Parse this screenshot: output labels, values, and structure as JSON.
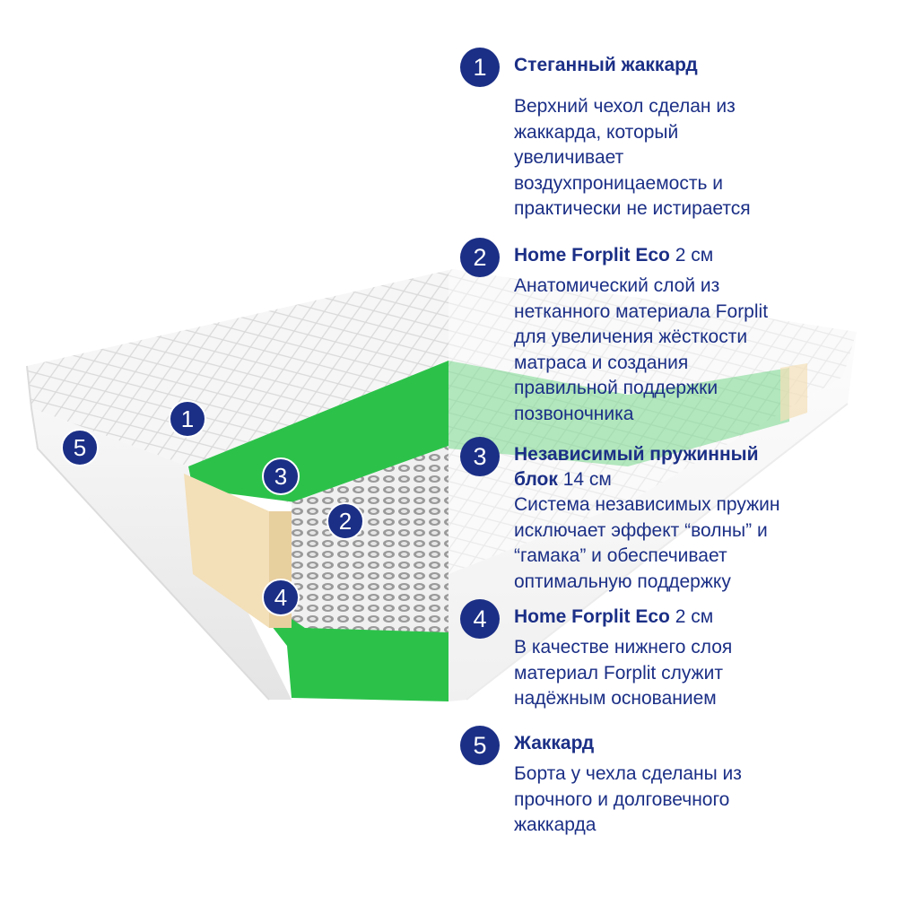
{
  "colors": {
    "accent": "#1b2f86",
    "green": "#2cc24a",
    "foam": "#f3dfb8",
    "cover": "#f3f3f3"
  },
  "markers": [
    "1",
    "2",
    "3",
    "4",
    "5"
  ],
  "legend": [
    {
      "number": "1",
      "title": "Стеганный жаккард",
      "size": "",
      "description": "Верхний чехол сделан из\nжаккарда, который\nувеличивает\nвоздухпроницаемость и\nпрактически не истирается"
    },
    {
      "number": "2",
      "title": "Home Forplit Eco",
      "size": " 2 см",
      "description": "Анатомический слой из\nнетканного материала Forplit\nдля увеличения жёсткости\nматраса и создания\nправильной поддержки\nпозвоночника"
    },
    {
      "number": "3",
      "title": "Независимый пружинный\nблок",
      "size": " 14 см",
      "description": "Система независимых пружин\nисключает эффект “волны” и\n“гамака” и обеспечивает\nоптимальную поддержку"
    },
    {
      "number": "4",
      "title": "Home Forplit Eco",
      "size": " 2 см",
      "description": "В качестве нижнего слоя\nматериал Forplit служит\nнадёжным основанием"
    },
    {
      "number": "5",
      "title": "Жаккард",
      "size": "",
      "description": "Борта у чехла сделаны из\nпрочного и долговечного\nжаккарда"
    }
  ]
}
